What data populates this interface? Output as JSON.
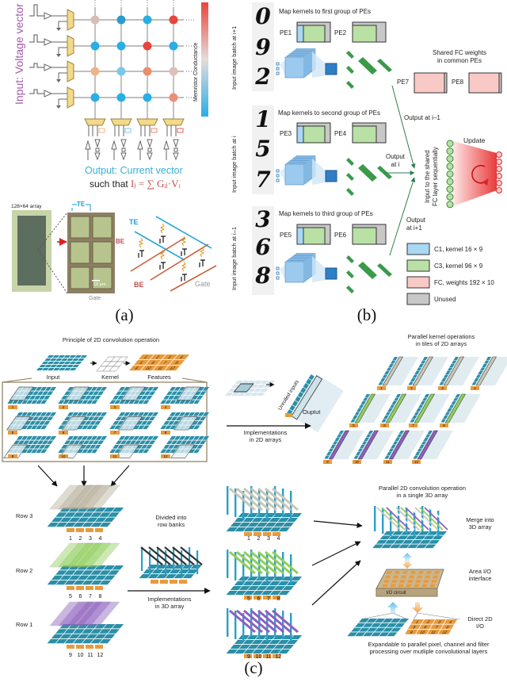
{
  "panel_a": {
    "input_label": "Input: Voltage vector",
    "colorbar_label": "Memristor Conductance",
    "colorbar_colors": [
      "#e8453c",
      "#e4dcdc",
      "#2aaee6"
    ],
    "crossbar_colors": [
      [
        "#d9bcb4",
        "#2a9bd0",
        "#2aaee6",
        "#e8453c"
      ],
      [
        "#2aaee6",
        "#2aaee6",
        "#e8453c",
        "#2aaee6"
      ],
      [
        "#f0b48a",
        "#7cc8e8",
        "#eb8e6e",
        "#dcc0b8"
      ],
      [
        "#2aaee6",
        "#2aaee6",
        "#2aaee6",
        "#e89078"
      ]
    ],
    "output_label": "Output: Current vector",
    "equation_prefix": "such that ",
    "equation": "Iⱼ = ∑ Gᵢⱼ·Vᵢ",
    "array_label": "128×64 array",
    "te_label": "TE",
    "be_label": "BE",
    "gate_label": "Gate",
    "scale_label": "10 μm",
    "schematic_te": "TE",
    "schematic_be": "BE",
    "schematic_gate": "Gate",
    "caption": "(a)"
  },
  "panel_b": {
    "batches": [
      {
        "label": "Input image batch at i+1",
        "digits": [
          "0",
          "9",
          "2"
        ],
        "map_text": "Map kernels to first group of PEs",
        "pe": [
          "PE1",
          "PE2"
        ]
      },
      {
        "label": "Input image batch at i",
        "digits": [
          "1",
          "5",
          "7"
        ],
        "map_text": "Map kernels to second group of PEs",
        "pe": [
          "PE3",
          "PE4"
        ]
      },
      {
        "label": "Input image batch at i–1",
        "digits": [
          "3",
          "6",
          "8"
        ],
        "map_text": "Map kernels to third group of PEs",
        "pe": [
          "PE5",
          "PE6"
        ]
      }
    ],
    "shared_fc_title": "Shared FC weights\nin common PEs",
    "shared_pes": [
      "PE7",
      "PE8"
    ],
    "outputs": [
      "Output at i–1",
      "Output\nat i",
      "Output\nat i+1"
    ],
    "fc_input_label": "Input to the shared\nFC layer sequentially",
    "update_label": "Update",
    "legend": [
      {
        "label": "C1, kernel 16 × 9",
        "color": "#a9d8f5"
      },
      {
        "label": "C3, kernel 96 × 9",
        "color": "#b9e0a5"
      },
      {
        "label": "FC, weights 192 × 10",
        "color": "#f9c9c6"
      },
      {
        "label": "Unused",
        "color": "#c8c8c8"
      }
    ],
    "caption": "(b)"
  },
  "panel_c": {
    "principle_title": "Principle of 2D convolution operation",
    "input_label": "Input",
    "kernel_label": "Kernel",
    "features_label": "Features",
    "feature_numbers": [
      "1",
      "2",
      "3",
      "4",
      "5",
      "6",
      "7",
      "8",
      "9",
      "10",
      "11",
      "12"
    ],
    "unrolled_label": "Unrolled inputs",
    "output_label": "Ouptut",
    "impl_2d_label": "Implementations\nin 2D arrays",
    "parallel_kernel_title": "Parallel kernel operations\nin tiles of 2D arrays",
    "rows": [
      {
        "label": "Row 3",
        "numbers": [
          "1",
          "2",
          "3",
          "4"
        ],
        "color": "#b8b09a"
      },
      {
        "label": "Row 2",
        "numbers": [
          "5",
          "6",
          "7",
          "8"
        ],
        "color": "#8fcf5a"
      },
      {
        "label": "Row 1",
        "numbers": [
          "9",
          "10",
          "11",
          "12"
        ],
        "color": "#8e5fc0"
      }
    ],
    "row_banks_label": "Divided into\nrow banks",
    "impl_3d_label": "Implementations\nin 3D array",
    "parallel_3d_title": "Parallel 2D convolution operation\nin a single 3D array",
    "merge_label": "Merge into\n3D array",
    "area_io_label": "Area I/O\ninterface",
    "io_circuit_label": "I/O circuit",
    "direct_io_label": "Direct 2D\nI/O",
    "footer": "Expandable to parallel pixel, channel and filter\nprocessing over mutliple convolutional layers",
    "caption": "(c)",
    "colors": {
      "grid": "#2b8fa8",
      "feature": "#e99a3c",
      "light": "#d6e6ee"
    }
  }
}
